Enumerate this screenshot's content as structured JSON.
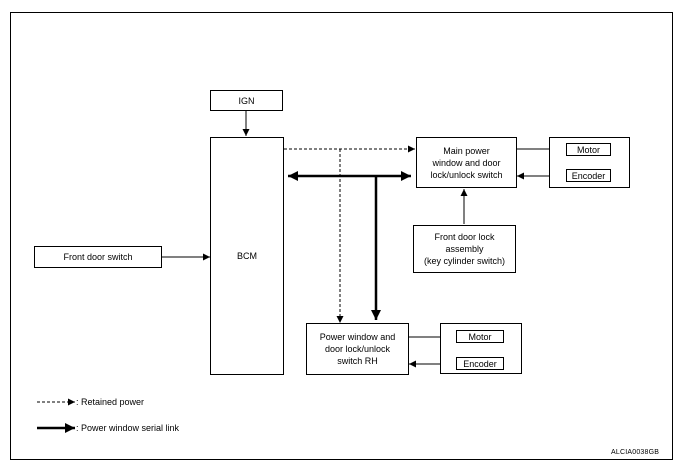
{
  "boxes": {
    "ign": "IGN",
    "bcm": "BCM",
    "front_door_switch": "Front door switch",
    "main_power_window": "Main power\nwindow and door\nlock/unlock switch",
    "front_door_lock": "Front door lock\nassembly\n(key cylinder switch)",
    "power_window_rh": "Power window and\ndoor lock/unlock\nswitch RH",
    "motor_top": "Motor",
    "encoder_top": "Encoder",
    "motor_bottom": "Motor",
    "encoder_bottom": "Encoder"
  },
  "legend": {
    "retained_power": ": Retained power",
    "serial_link": ": Power window serial link"
  },
  "figure_code": "ALCIA0038GB"
}
